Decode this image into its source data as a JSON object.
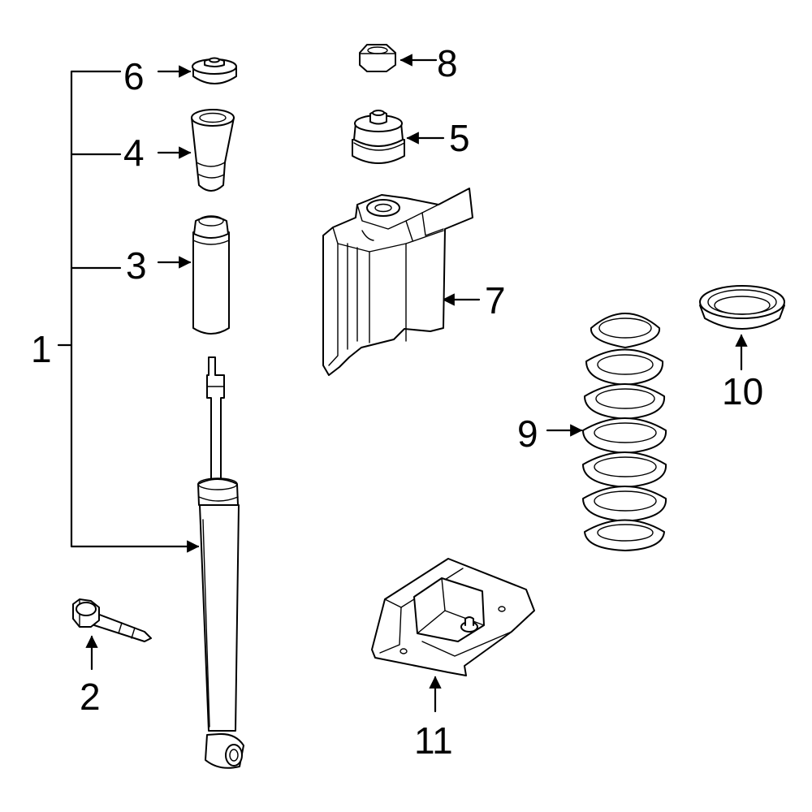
{
  "colors": {
    "highlight": "#3350D8",
    "outline": "#000000",
    "background": "#ffffff"
  },
  "callouts": {
    "c1": "1",
    "c2": "2",
    "c3": "3",
    "c4": "4",
    "c5": "5",
    "c6": "6",
    "c7": "7",
    "c8": "8",
    "c9": "9",
    "c10": "10",
    "c11": "11"
  }
}
